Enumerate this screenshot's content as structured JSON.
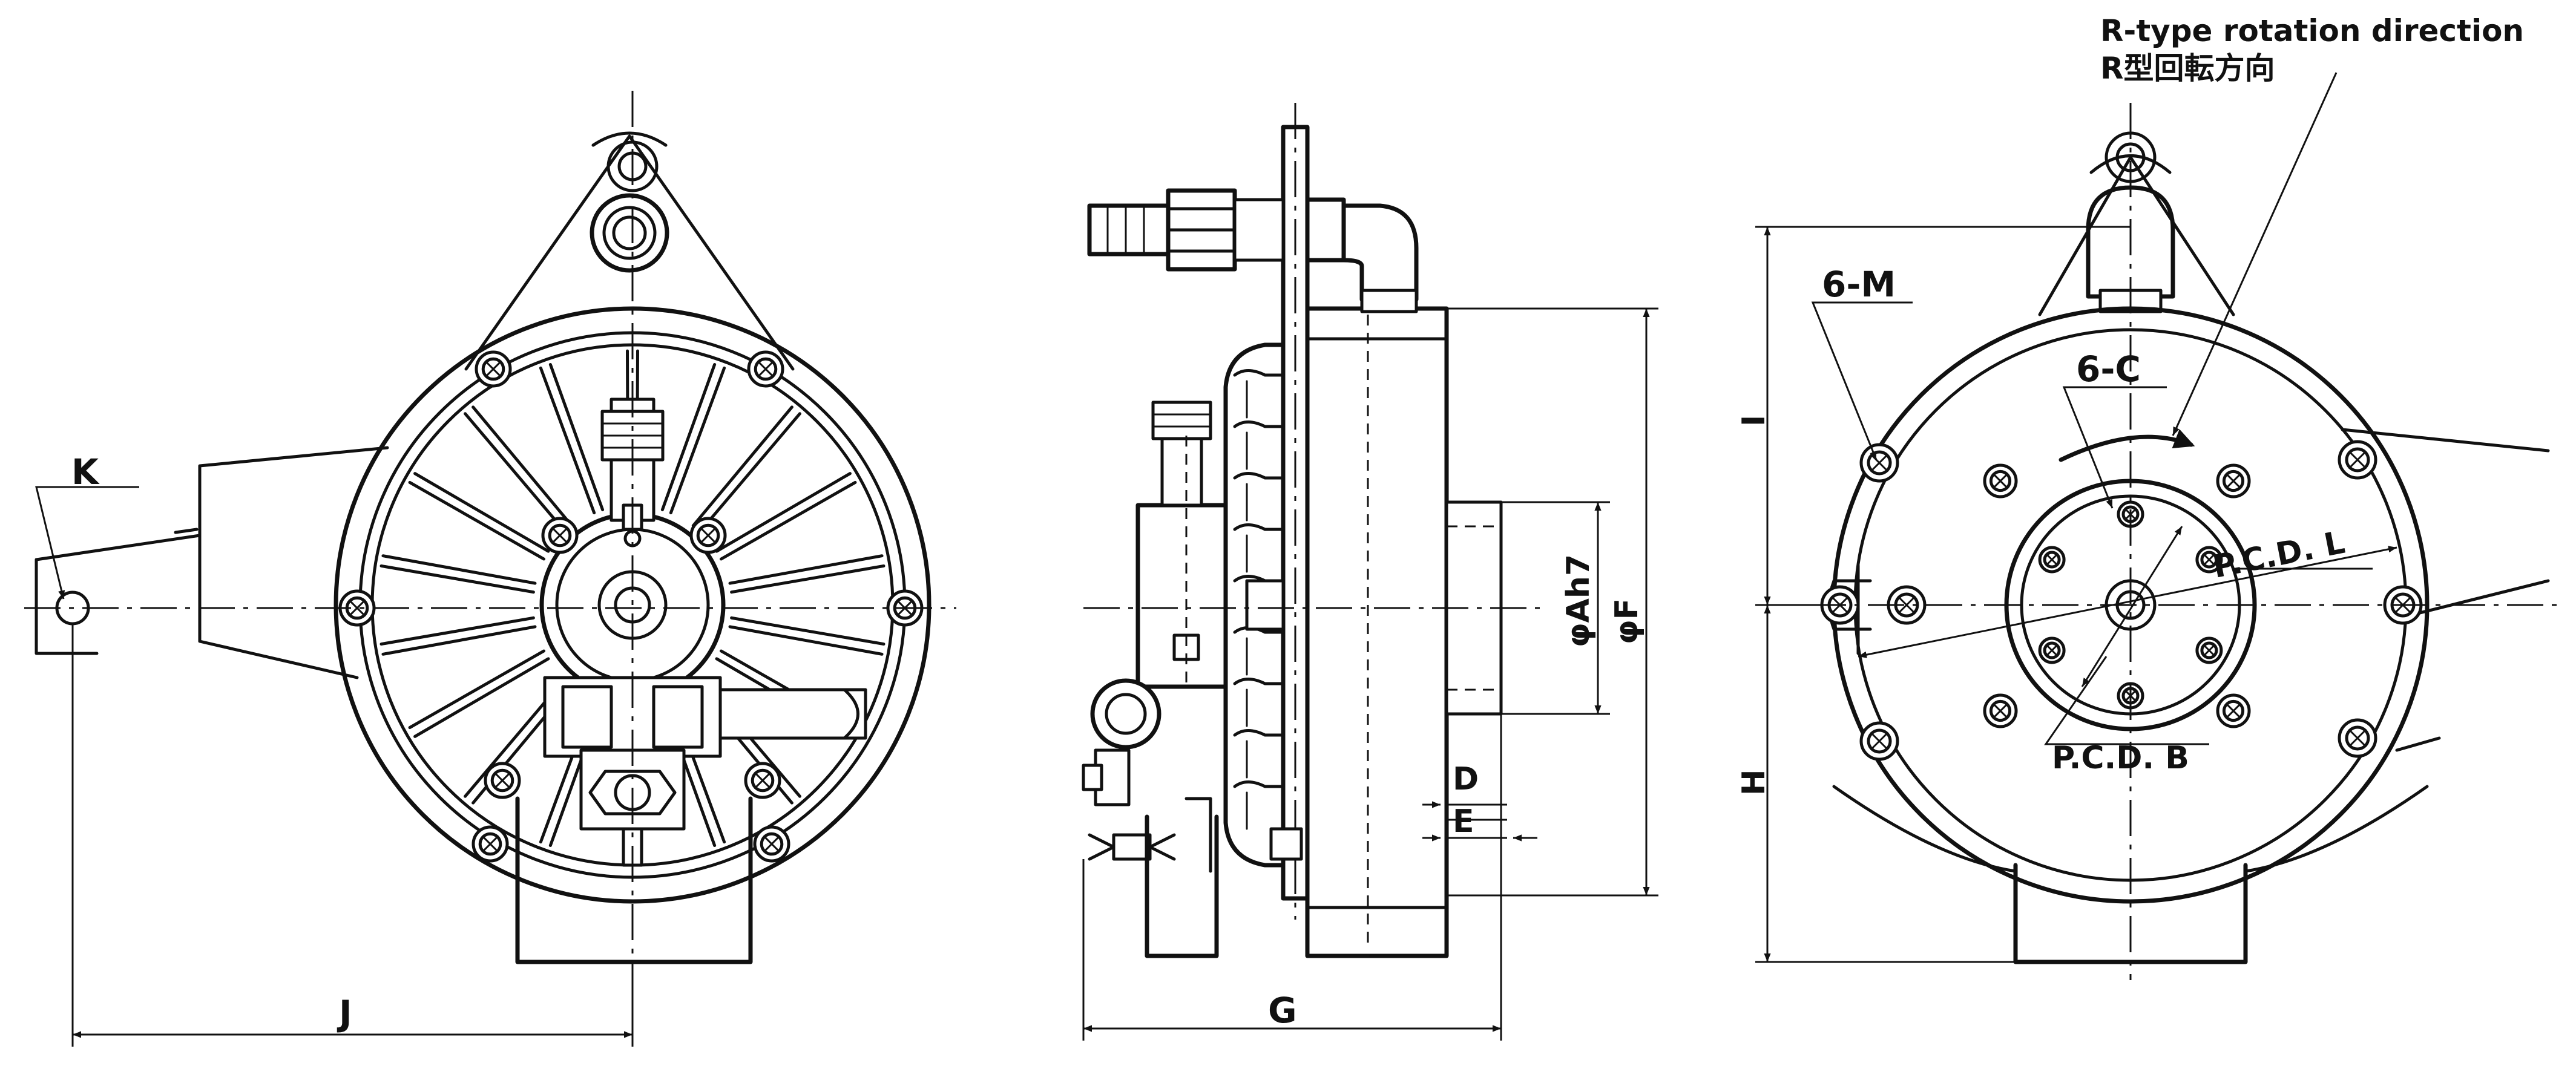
{
  "labels": {
    "k": "K",
    "j": "J",
    "g": "G",
    "d": "D",
    "e": "E",
    "phi_a": "φAh7",
    "phi_f": "φF",
    "i": "I",
    "h": "H",
    "six_m": "6-M",
    "six_c": "6-C",
    "pcd_l": "P.C.D. L",
    "pcd_b": "P.C.D. B",
    "rotation_en": "R-type rotation direction",
    "rotation_ja": "R型回転方向"
  }
}
